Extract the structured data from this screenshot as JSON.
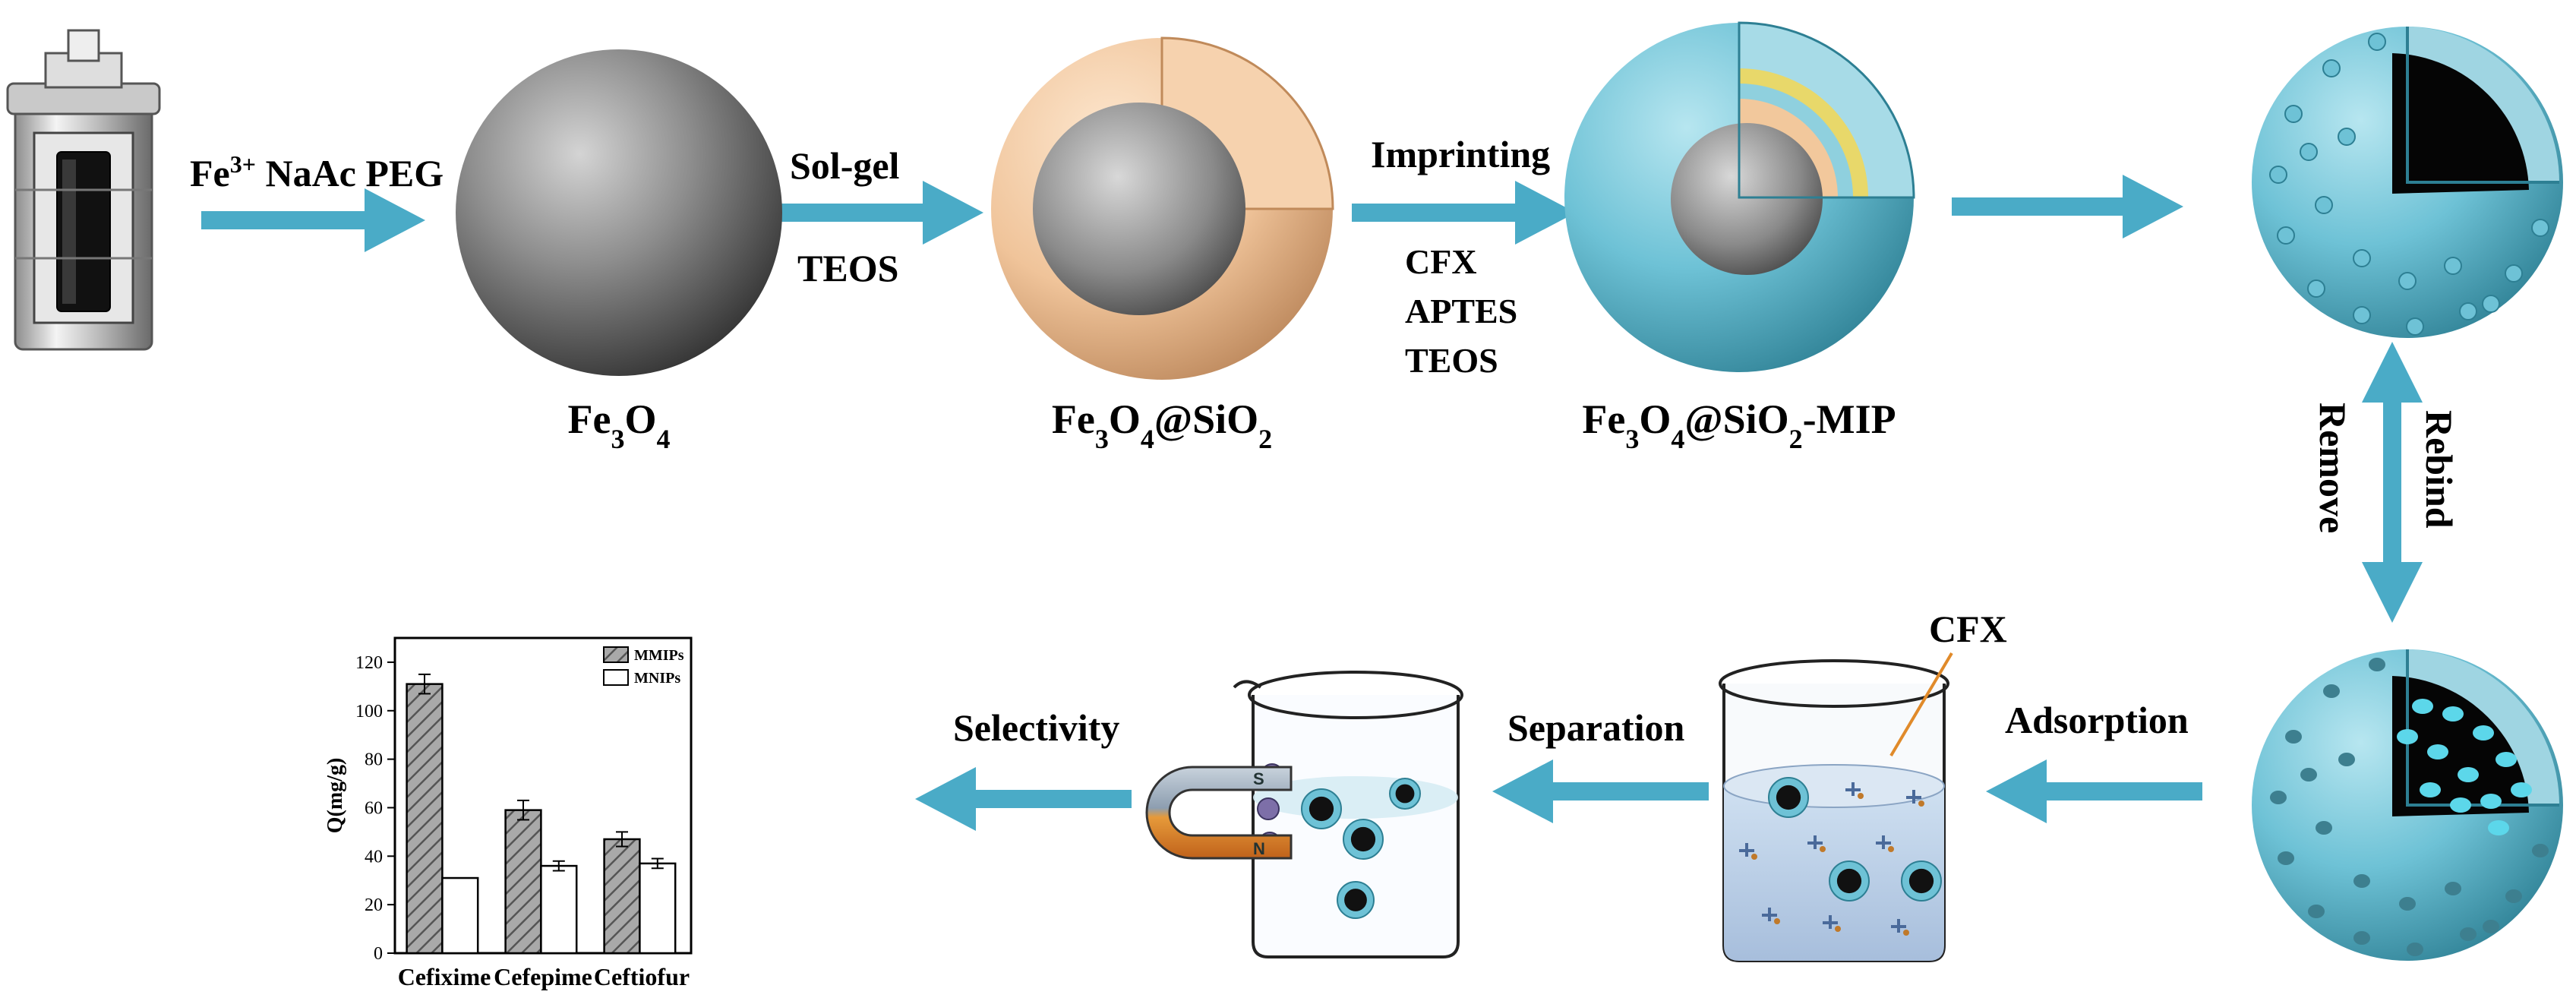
{
  "colors": {
    "arrow": "#4aabc7",
    "fe3o4": "#7a7a7a",
    "silica": "#f1c8a0",
    "mip_shell": "#6ec2d6",
    "core_black": "#050505",
    "cavity": "#5cd7ea",
    "magnet_n": "#c8d2dc",
    "magnet_s": "#e69a3a"
  },
  "labels": {
    "step1_reagents_html": "Fe<tspan baseline-shift=\"super\" font-size=\"32\">3+</tspan> NaAc PEG",
    "solgel": "Sol-gel",
    "teos": "TEOS",
    "imprinting": "Imprinting",
    "imprint_reagents": [
      "CFX",
      "APTES",
      "TEOS"
    ],
    "fe3o4_html": "Fe<tspan baseline-shift=\"sub\" font-size=\"36\">3</tspan>O<tspan baseline-shift=\"sub\" font-size=\"36\">4</tspan>",
    "fe3o4_sio2_html": "Fe<tspan baseline-shift=\"sub\" font-size=\"36\">3</tspan>O<tspan baseline-shift=\"sub\" font-size=\"36\">4</tspan>@SiO<tspan baseline-shift=\"sub\" font-size=\"36\">2</tspan>",
    "fe3o4_sio2_mip_html": "Fe<tspan baseline-shift=\"sub\" font-size=\"36\">3</tspan>O<tspan baseline-shift=\"sub\" font-size=\"36\">4</tspan>@SiO<tspan baseline-shift=\"sub\" font-size=\"36\">2</tspan>-MIP",
    "remove": "Remove",
    "rebind": "Rebind",
    "adsorption": "Adsorption",
    "cfx": "CFX",
    "separation": "Separation",
    "selectivity": "Selectivity",
    "magnet_s_letter": "S",
    "magnet_n_letter": "N"
  },
  "chart_data": {
    "type": "bar",
    "categories": [
      "Cefixime",
      "Cefepime",
      "Ceftiofur"
    ],
    "series": [
      {
        "name": "MMIPs",
        "values": [
          111,
          59,
          47
        ],
        "errors": [
          4,
          4,
          3
        ],
        "pattern": "hatched"
      },
      {
        "name": "MNIPs",
        "values": [
          31,
          36,
          37
        ],
        "errors": [
          0,
          2,
          2
        ],
        "pattern": "white"
      }
    ],
    "ylabel": "Q(mg/g)",
    "xlabel": "",
    "ylim": [
      0,
      130
    ],
    "yticks": [
      0,
      20,
      40,
      60,
      80,
      100,
      120
    ],
    "legend_position": "top-right",
    "grid": false
  }
}
